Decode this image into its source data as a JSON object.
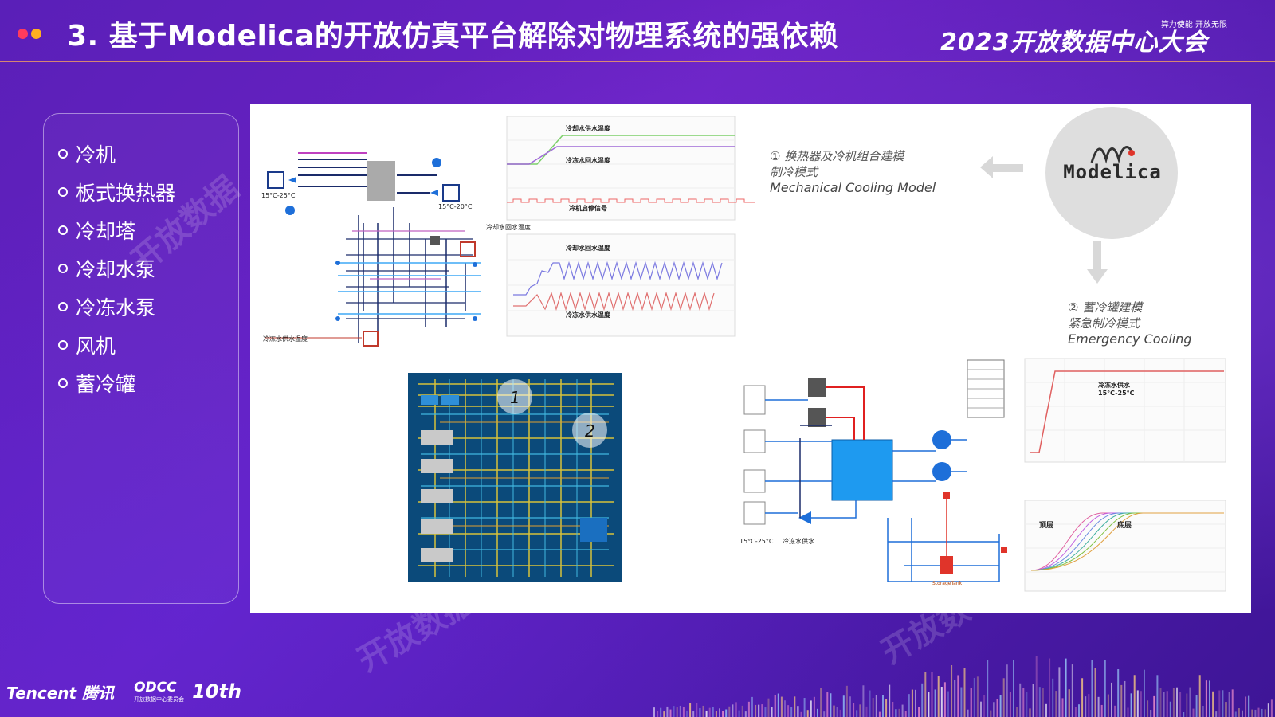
{
  "header": {
    "title": "3. 基于Modelica的开放仿真平台解除对物理系统的强依赖",
    "dot_colors": [
      "#ff3b5c",
      "#ffb020"
    ],
    "brand_main": "2023开放数据中心大会",
    "brand_tag": "算力使能 开放无限"
  },
  "sidebar": {
    "items": [
      {
        "label": "冷机"
      },
      {
        "label": "板式换热器"
      },
      {
        "label": "冷却塔"
      },
      {
        "label": "冷却水泵"
      },
      {
        "label": "冷冻水泵"
      },
      {
        "label": "风机"
      },
      {
        "label": "蓄冷罐"
      }
    ]
  },
  "panel": {
    "model1": {
      "line1": "① 换热器及冷机组合建模",
      "line2": "制冷模式",
      "line3": "Mechanical Cooling Model"
    },
    "model2": {
      "line1": "② 蓄冷罐建模",
      "line2": "紧急制冷模式",
      "line3": "Emergency Cooling"
    },
    "modelica_logo": "Modelica",
    "top_diagram": {
      "label_left_temp": "15°C-25°C",
      "label_right_temp": "15°C-20°C",
      "label_supply": "冷冻水供水温度",
      "label_cw_return": "冷却水回水温度"
    },
    "top_chart1": {
      "line_a": "冷却水供水温度",
      "line_b": "冷冻水回水温度",
      "line_c": "冷机启停信号"
    },
    "top_chart2": {
      "line_a": "冷却水回水温度",
      "line_b": "冷冻水供水温度"
    },
    "blueprint": {
      "marker1": "1",
      "marker2": "2"
    },
    "storage_diagram": {
      "temp": "15°C-25°C",
      "supply": "冷冻水供水",
      "tank": "StorageTank"
    },
    "right_chart1": {
      "title_a": "冷冻水供水",
      "title_b": "15°C-25°C"
    },
    "right_chart2": {
      "top_layer": "顶层",
      "bottom_layer": "底层"
    }
  },
  "footer": {
    "tencent": "Tencent 腾讯",
    "odcc": "ODCC",
    "odcc_sub": "开放数据中心委员会",
    "anniv": "10th"
  }
}
